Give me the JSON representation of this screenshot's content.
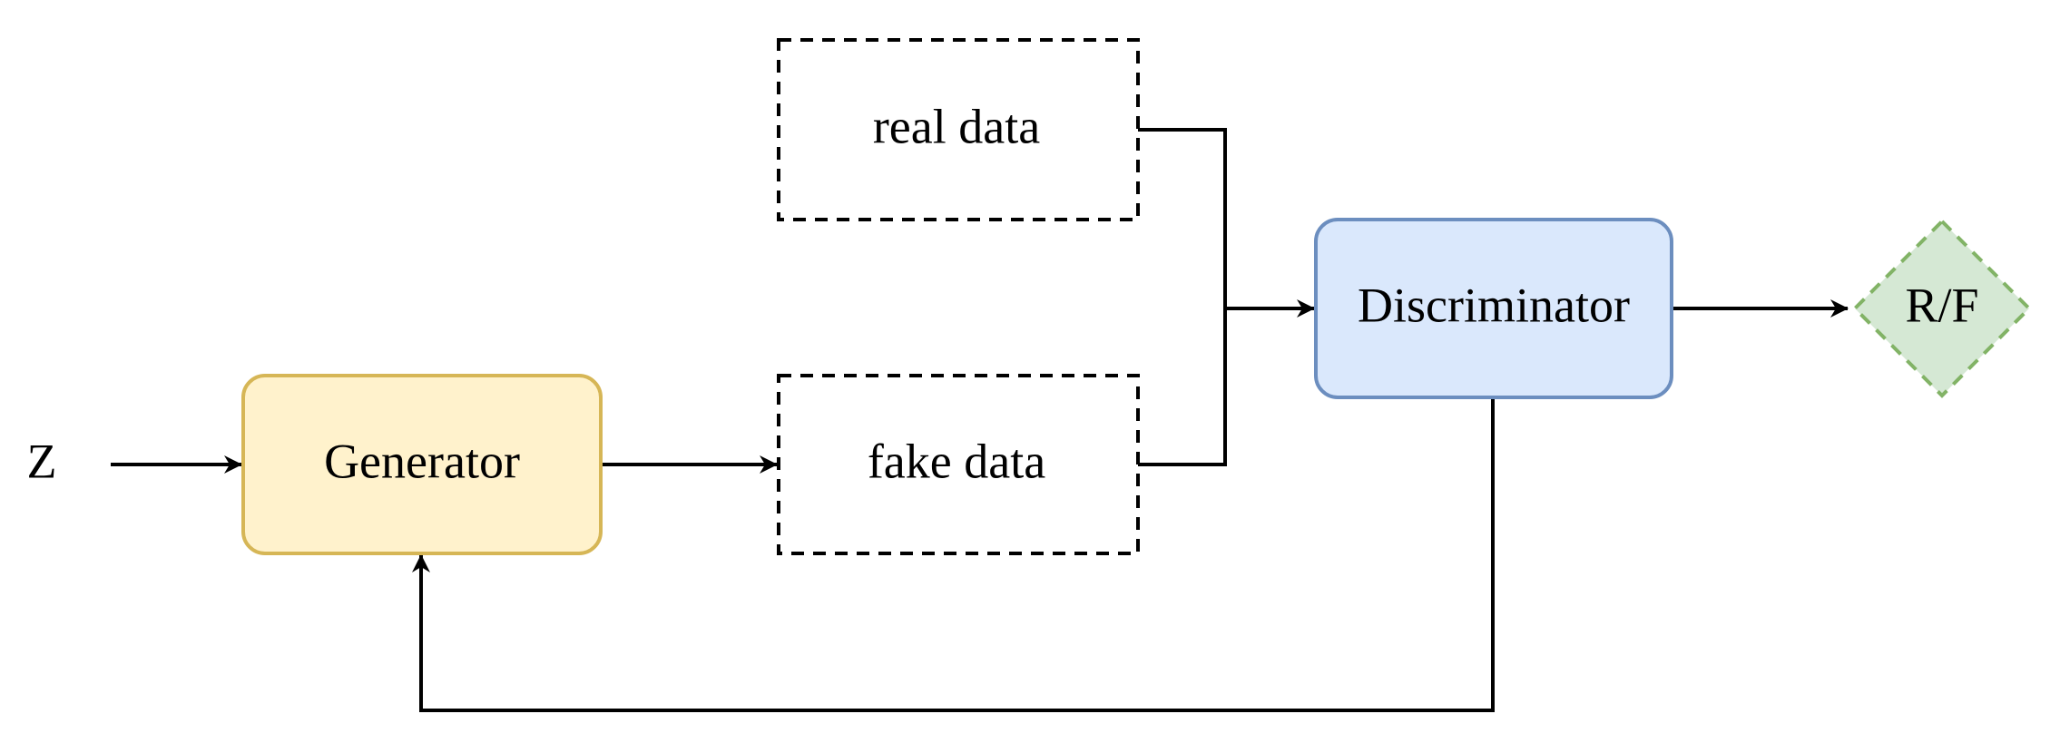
{
  "diagram": {
    "nodes": {
      "z": {
        "label": "Z"
      },
      "generator": {
        "label": "Generator",
        "fill": "#fff2cc",
        "stroke": "#d6b656"
      },
      "real_data": {
        "label": "real data"
      },
      "fake_data": {
        "label": "fake data"
      },
      "discriminator": {
        "label": "Discriminator",
        "fill": "#dae8fc",
        "stroke": "#6c8ebf"
      },
      "output": {
        "label": "R/F",
        "fill": "#d5e8d4",
        "stroke": "#82b366"
      }
    },
    "edges": [
      {
        "from": "z",
        "to": "generator"
      },
      {
        "from": "generator",
        "to": "fake_data"
      },
      {
        "from": "real_data",
        "to": "discriminator"
      },
      {
        "from": "fake_data",
        "to": "discriminator"
      },
      {
        "from": "discriminator",
        "to": "output"
      },
      {
        "from": "discriminator",
        "to": "generator"
      }
    ]
  }
}
